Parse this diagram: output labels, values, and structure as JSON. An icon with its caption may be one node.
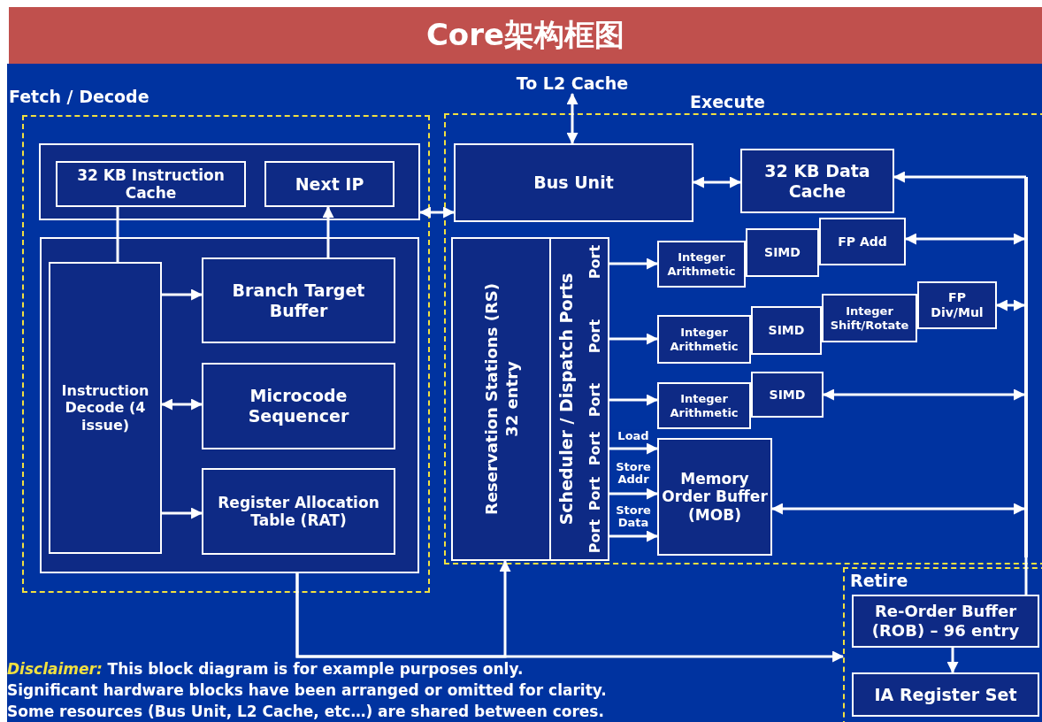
{
  "diagram": {
    "title": "Core架构框图",
    "nodes": [
      {
        "text": [
          "Fetch / Decode"
        ]
      },
      {
        "text": [],
        "shape": "box",
        "in": 0
      },
      {
        "text": [
          "32 KB Instruction Cache"
        ],
        "in": 1
      },
      {
        "text": [
          "Next IP"
        ],
        "in": 1
      },
      {
        "text": [],
        "shape": "box",
        "in": 0
      },
      {
        "text": [
          "Instruction Decode (4 issue)"
        ],
        "in": 4
      },
      {
        "text": [
          "Branch Target Buffer"
        ],
        "in": 4
      },
      {
        "text": [
          "Microcode Sequencer"
        ],
        "in": 4
      },
      {
        "text": [
          "Register Allocation Table (RAT)"
        ],
        "in": 4
      },
      {
        "text": [
          "Execute"
        ]
      },
      {
        "text": [
          "Bus Unit"
        ],
        "in": 9
      },
      {
        "text": [
          "32 KB Data Cache"
        ],
        "in": 9
      },
      {
        "text": [
          "Reservation Stations (RS) 32 entry"
        ],
        "in": 9
      },
      {
        "text": [
          "Scheduler / Dispatch Ports",
          "Port",
          "Port",
          "Port",
          "Port",
          "Port",
          "Port"
        ],
        "in": 9
      },
      {
        "text": [
          "Integer Arithmetic"
        ],
        "in": 9
      },
      {
        "text": [
          "SIMD"
        ],
        "in": 9
      },
      {
        "text": [
          "FP Add"
        ],
        "in": 9
      },
      {
        "text": [
          "Integer Arithmetic"
        ],
        "in": 9
      },
      {
        "text": [
          "SIMD"
        ],
        "in": 9
      },
      {
        "text": [
          "Integer Shift/Rotate"
        ],
        "in": 9
      },
      {
        "text": [
          "FP Div/Mul"
        ],
        "in": 9
      },
      {
        "text": [
          "Integer Arithmetic"
        ],
        "in": 9
      },
      {
        "text": [
          "SIMD"
        ],
        "in": 9
      },
      {
        "text": [
          "Memory Order Buffer (MOB)"
        ],
        "in": 9
      },
      {
        "text": [
          "Retire"
        ]
      },
      {
        "text": [
          "Re-Order Buffer (ROB) – 96 entry"
        ],
        "in": 24
      },
      {
        "text": [
          "IA Register Set"
        ],
        "in": 24
      },
      {
        "text": [
          "To L2 Cache"
        ]
      },
      {
        "text": [],
        "shape": "bar",
        "in": 9
      }
    ],
    "edges": [
      {
        "from": 27,
        "to": 10,
        "arrow": "both"
      },
      {
        "from": 1,
        "to": 10,
        "arrow": "both"
      },
      {
        "from": 10,
        "to": 11,
        "arrow": "both"
      },
      {
        "from": 28,
        "to": 11,
        "arrow": "to"
      },
      {
        "from": 16,
        "to": 28,
        "arrow": "both"
      },
      {
        "from": 20,
        "to": 28,
        "arrow": "both"
      },
      {
        "from": 22,
        "to": 28,
        "arrow": "both"
      },
      {
        "from": 23,
        "to": 28,
        "arrow": "both"
      },
      {
        "from": 28,
        "to": 25,
        "arrow": "none"
      },
      {
        "from": 2,
        "to": 5,
        "arrow": "none"
      },
      {
        "from": 6,
        "to": 3,
        "arrow": "to"
      },
      {
        "from": 5,
        "to": 6,
        "arrow": "to"
      },
      {
        "from": 5,
        "to": 7,
        "arrow": "both"
      },
      {
        "from": 5,
        "to": 8,
        "arrow": "to"
      },
      {
        "from": 4,
        "to": 12,
        "arrow": "to"
      },
      {
        "from": 4,
        "to": 24,
        "arrow": "to"
      },
      {
        "from": 13,
        "to": 14,
        "arrow": "to"
      },
      {
        "from": 13,
        "to": 17,
        "arrow": "to"
      },
      {
        "from": 13,
        "to": 21,
        "arrow": "to"
      },
      {
        "from": 13,
        "to": 23,
        "arrow": "to",
        "label": "Load"
      },
      {
        "from": 13,
        "to": 23,
        "arrow": "to",
        "label": "Store Addr"
      },
      {
        "from": 13,
        "to": 23,
        "arrow": "to",
        "label": "Store Data"
      },
      {
        "from": 25,
        "to": 26,
        "arrow": "to"
      }
    ],
    "labels": [
      "*Disclaimer:* This block diagram is for example purposes only.",
      "Significant hardware blocks have been arranged or omitted for clarity.",
      "Some resources (Bus Unit, L2 Cache, etc…) are shared between cores."
    ]
  }
}
